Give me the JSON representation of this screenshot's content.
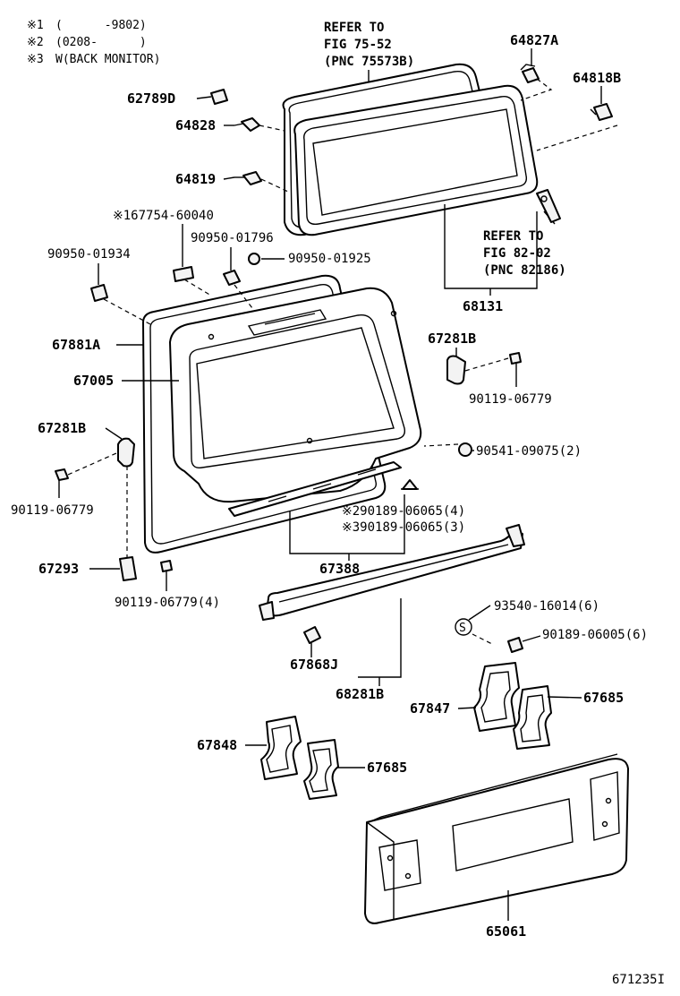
{
  "notes": [
    {
      "mark": "※1",
      "text": "(      -9802)"
    },
    {
      "mark": "※2",
      "text": "(0208-      )"
    },
    {
      "mark": "※3",
      "text": "W(BACK MONITOR)"
    }
  ],
  "refs": {
    "fig75": [
      "REFER TO",
      "FIG 75-52",
      "(PNC 75573B)"
    ],
    "fig82": [
      "REFER TO",
      "FIG 82-02",
      "(PNC 82186)"
    ]
  },
  "parts": {
    "p64827A": "64827A",
    "p64818B": "64818B",
    "p62789D": "62789D",
    "p64828": "64828",
    "p64819": "64819",
    "p67754": "※167754-60040",
    "p90950_01796": "90950-01796",
    "p90950_01934": "90950-01934",
    "p90950_01925": "90950-01925",
    "p68131": "68131",
    "p67881A": "67881A",
    "p67005": "67005",
    "p67281B_r": "67281B",
    "p90119_06779_r": "90119-06779",
    "p67281B_l": "67281B",
    "p90541": "90541-09075(2)",
    "p90119_06779_l": "90119-06779",
    "p90189_4": "※290189-06065(4)",
    "p90189_3": "※390189-06065(3)",
    "p67293": "67293",
    "p67388": "67388",
    "p90119_06779_4": "90119-06779(4)",
    "p93540": "93540-16014(6)",
    "p90189_06005": "90189-06005(6)",
    "p67868J": "67868J",
    "p68281B": "68281B",
    "p67847": "67847",
    "p67685_r": "67685",
    "p67848": "67848",
    "p67685_l": "67685",
    "p65061": "65061"
  },
  "clip_mark": "S",
  "figure_code": "671235I"
}
